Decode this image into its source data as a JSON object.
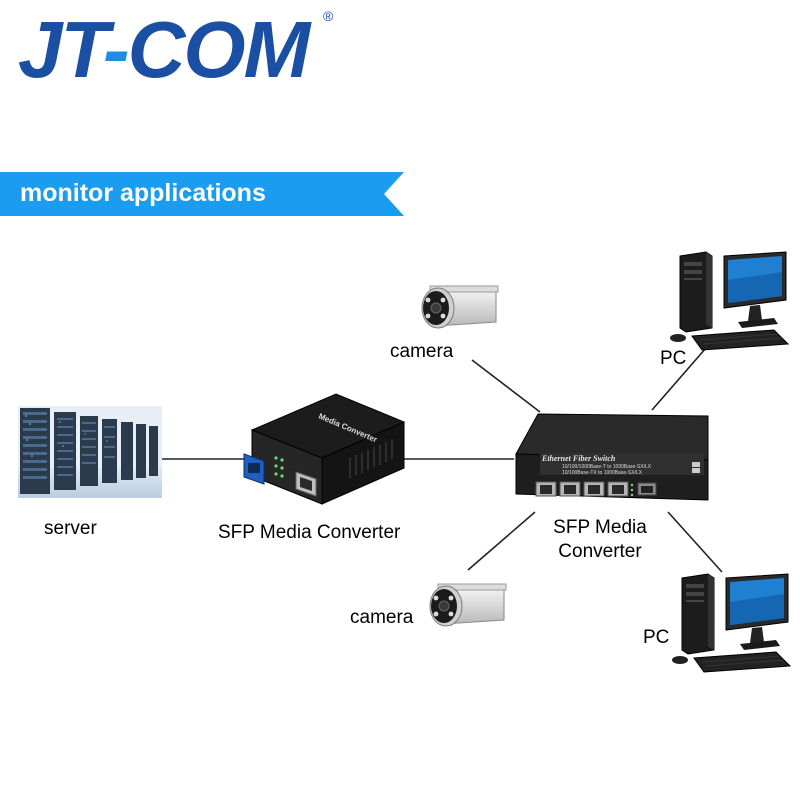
{
  "brand": {
    "logo_jt": "JT",
    "logo_dash": "-",
    "logo_com": "COM",
    "registered_mark": "®",
    "color_dark": "#1a4fa3",
    "color_light": "#1e8de0"
  },
  "banner": {
    "title": "monitor applications",
    "color": "#1a9cf0"
  },
  "nodes": {
    "server_label": "server",
    "media_converter_label": "SFP Media Converter",
    "media_converter_device_text": "Media Converter",
    "switch_label_line1": "SFP Media",
    "switch_label_line2": "Converter",
    "switch_device_title": "Ethernet Fiber Switch",
    "switch_device_line1": "10/100/1000Base-T to 1000Base-SX/LX",
    "switch_device_line2": "10/100Base-TX to 1000Base-SX/LX",
    "camera_top_label": "camera",
    "camera_bottom_label": "camera",
    "pc_top_label": "PC",
    "pc_bottom_label": "PC"
  }
}
